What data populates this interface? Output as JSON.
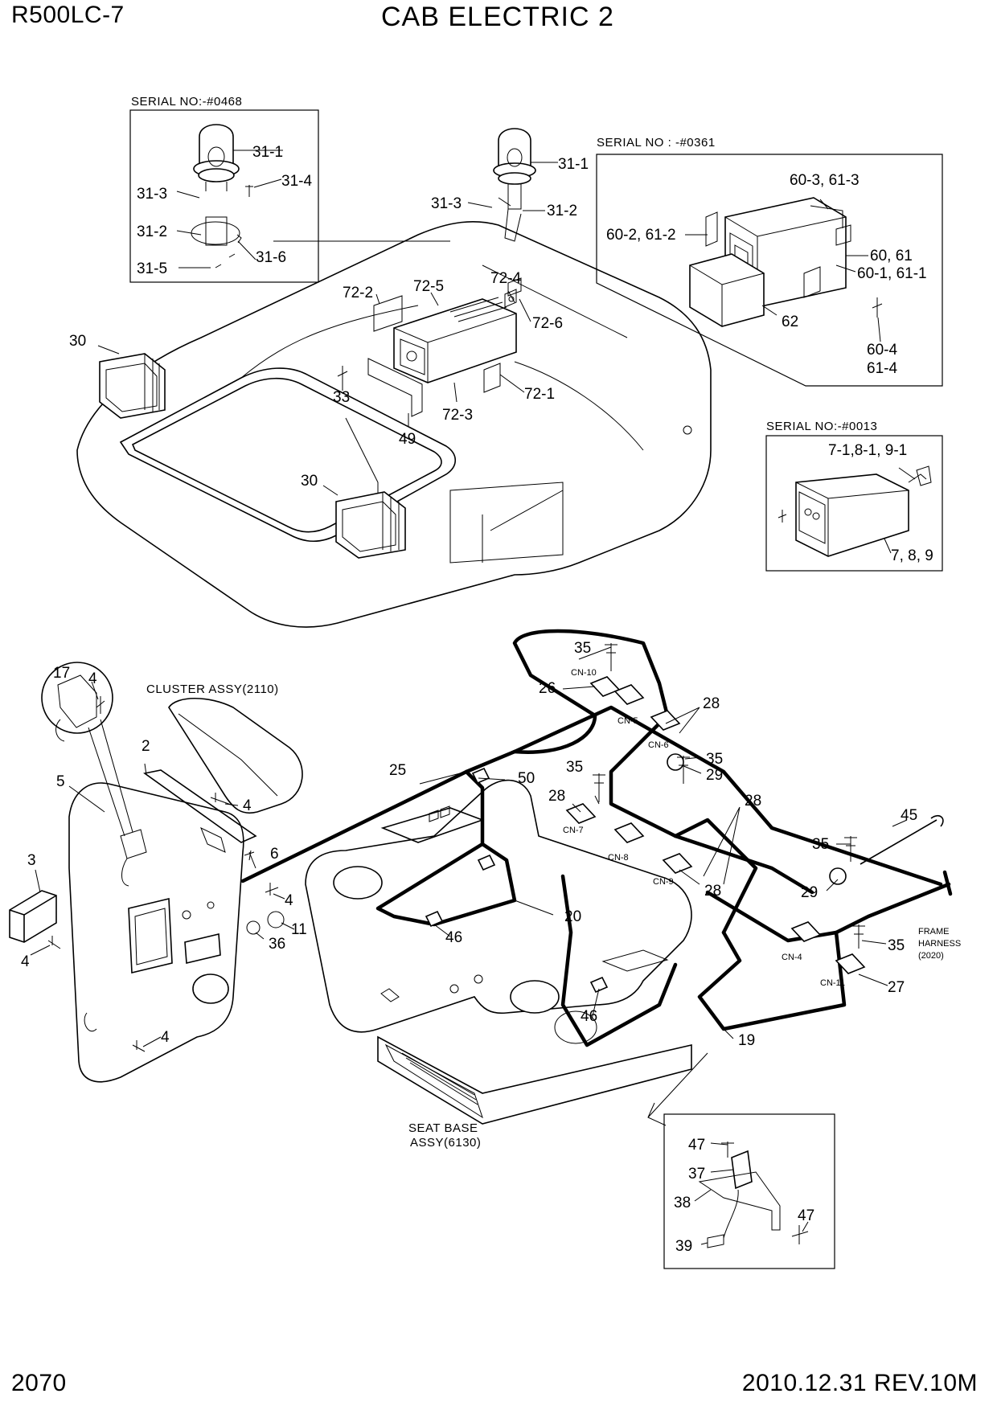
{
  "header": {
    "model": "R500LC-7",
    "title": "CAB ELECTRIC 2"
  },
  "footer": {
    "page_number": "2070",
    "revision": "2010.12.31  REV.10M"
  },
  "notes": {
    "serial_0468": "SERIAL NO:-#0468",
    "serial_0361": "SERIAL NO : -#0361",
    "serial_0013": "SERIAL NO:-#0013",
    "cluster_assy": "CLUSTER ASSY(2110)",
    "seat_base_1": "SEAT BASE",
    "seat_base_2": "ASSY(6130)",
    "frame_1": "FRAME",
    "frame_2": "HARNESS",
    "frame_3": "(2020)"
  },
  "callouts": {
    "c31_1a": "31-1",
    "c31_4": "31-4",
    "c31_3a": "31-3",
    "c31_2a": "31-2",
    "c31_6": "31-6",
    "c31_5": "31-5",
    "c31_1b": "31-1",
    "c31_3b": "31-3",
    "c31_2b": "31-2",
    "c60_3": "60-3, 61-3",
    "c60_2": "60-2, 61-2",
    "c60": "60, 61",
    "c60_1": "60-1, 61-1",
    "c62": "62",
    "c60_4": "60-4",
    "c61_4": "61-4",
    "c72_2": "72-2",
    "c72_5": "72-5",
    "c72_4": "72-4",
    "c72_6": "72-6",
    "c72_1": "72-1",
    "c72_3": "72-3",
    "c30a": "30",
    "c30b": "30",
    "c33": "33",
    "c49": "49",
    "c7_1": "7-1,8-1, 9-1",
    "c7": "7, 8, 9",
    "c17": "17",
    "c4a": "4",
    "c2": "2",
    "c5": "5",
    "c4b": "4",
    "c6": "6",
    "c3": "3",
    "c4c": "4",
    "c11": "11",
    "c36": "36",
    "c4d": "4",
    "c4e": "4",
    "c25": "25",
    "c50": "50",
    "c20": "20",
    "c46a": "46",
    "c46b": "46",
    "c35a": "35",
    "c26": "26",
    "c28a": "28",
    "c35b": "35",
    "c29a": "29",
    "c35c": "35",
    "c28b": "28",
    "c28c": "28",
    "c28d": "28",
    "c45": "45",
    "c35d": "35",
    "c29b": "29",
    "c35e": "35",
    "c27": "27",
    "c19": "19",
    "c47a": "47",
    "c37": "37",
    "c38": "38",
    "c47b": "47",
    "c39": "39"
  },
  "connectors": {
    "cn10": "CN-10",
    "cn5": "CN-5",
    "cn6": "CN-6",
    "cn7": "CN-7",
    "cn8": "CN-8",
    "cn9": "CN-9",
    "cn4": "CN-4",
    "cn11": "CN-11"
  }
}
